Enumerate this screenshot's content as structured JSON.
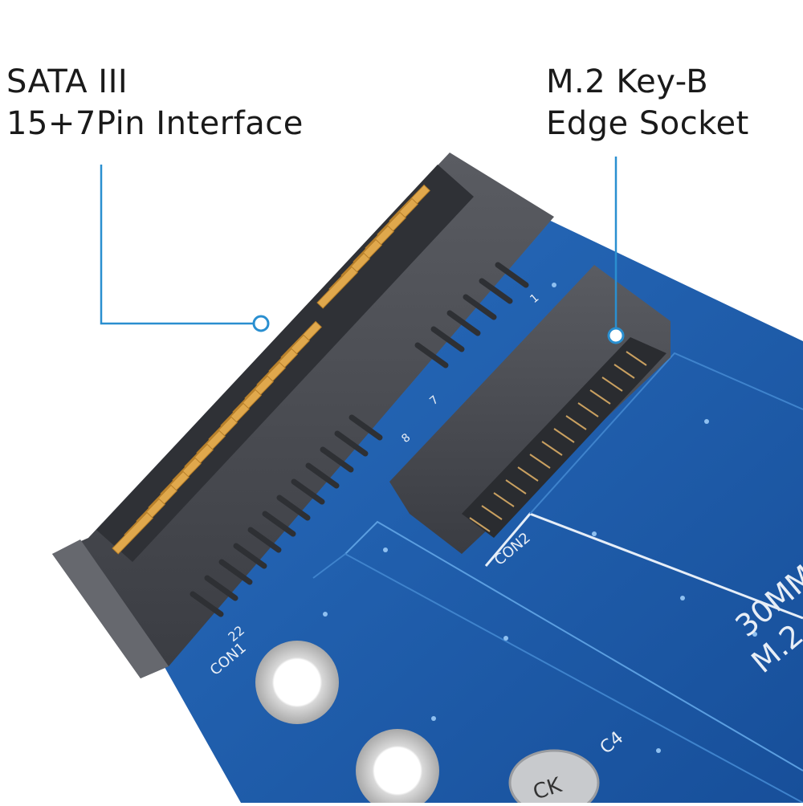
{
  "callouts": {
    "sata": {
      "line1": "SATA III",
      "line2": "15+7Pin Interface"
    },
    "m2": {
      "line1": "M.2 Key-B",
      "line2": "Edge Socket"
    }
  },
  "board": {
    "silkscreen_con1": "CON1",
    "silkscreen_pin22": "22",
    "silkscreen_con2": "CON2",
    "silkscreen_size": "30MM",
    "silkscreen_m2": "M.2",
    "silkscreen_c4": "C4",
    "silkscreen_pin8": "8",
    "silkscreen_pin7": "7",
    "silkscreen_pin1": "1",
    "capacitor_text": "CK"
  },
  "colors": {
    "pcb_blue": "#1f5fb0",
    "connector_gray": "#4a4c52",
    "gold_pin": "#e0a84c",
    "callout_line": "#2a8fd0"
  }
}
